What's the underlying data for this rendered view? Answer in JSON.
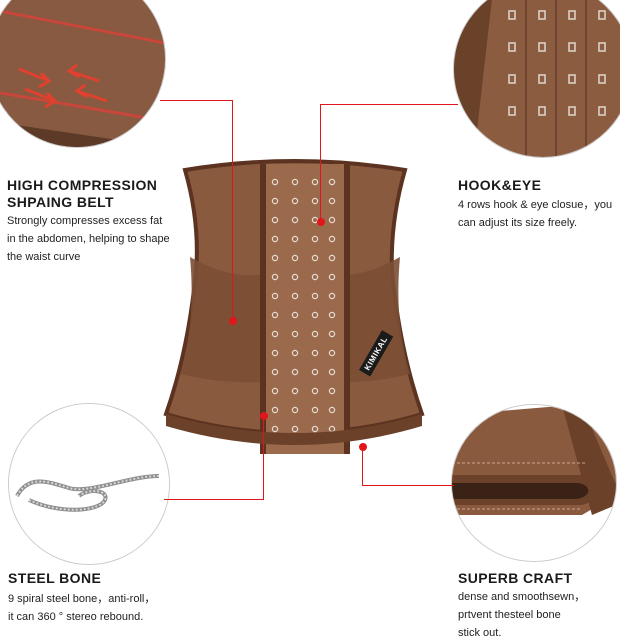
{
  "features": {
    "compression": {
      "title_line1": "HIGH COMPRESSION",
      "title_line2": "SHPAING BELT",
      "desc": [
        "Strongly compresses excess fat",
        "in the abdomen, helping to shape",
        "the waist curve"
      ]
    },
    "hook_eye": {
      "title": "HOOK&EYE",
      "desc": [
        "4 rows hook & eye closue，you",
        "can adjust its size freely."
      ]
    },
    "steel_bone": {
      "title": "STEEL BONE",
      "desc": [
        "9 spiral steel bone，anti-roll，",
        "it can 360 ° stereo  rebound."
      ]
    },
    "craft": {
      "title": "SUPERB CRAFT",
      "desc": [
        "dense and smoothsewn，",
        "prtvent thesteel bone",
        "stick out."
      ]
    }
  },
  "product": {
    "brand_label": "KIMIKAL",
    "body_color": "#8a5a3e",
    "trim_color": "#5b3320",
    "accent_color": "#e0161c"
  }
}
